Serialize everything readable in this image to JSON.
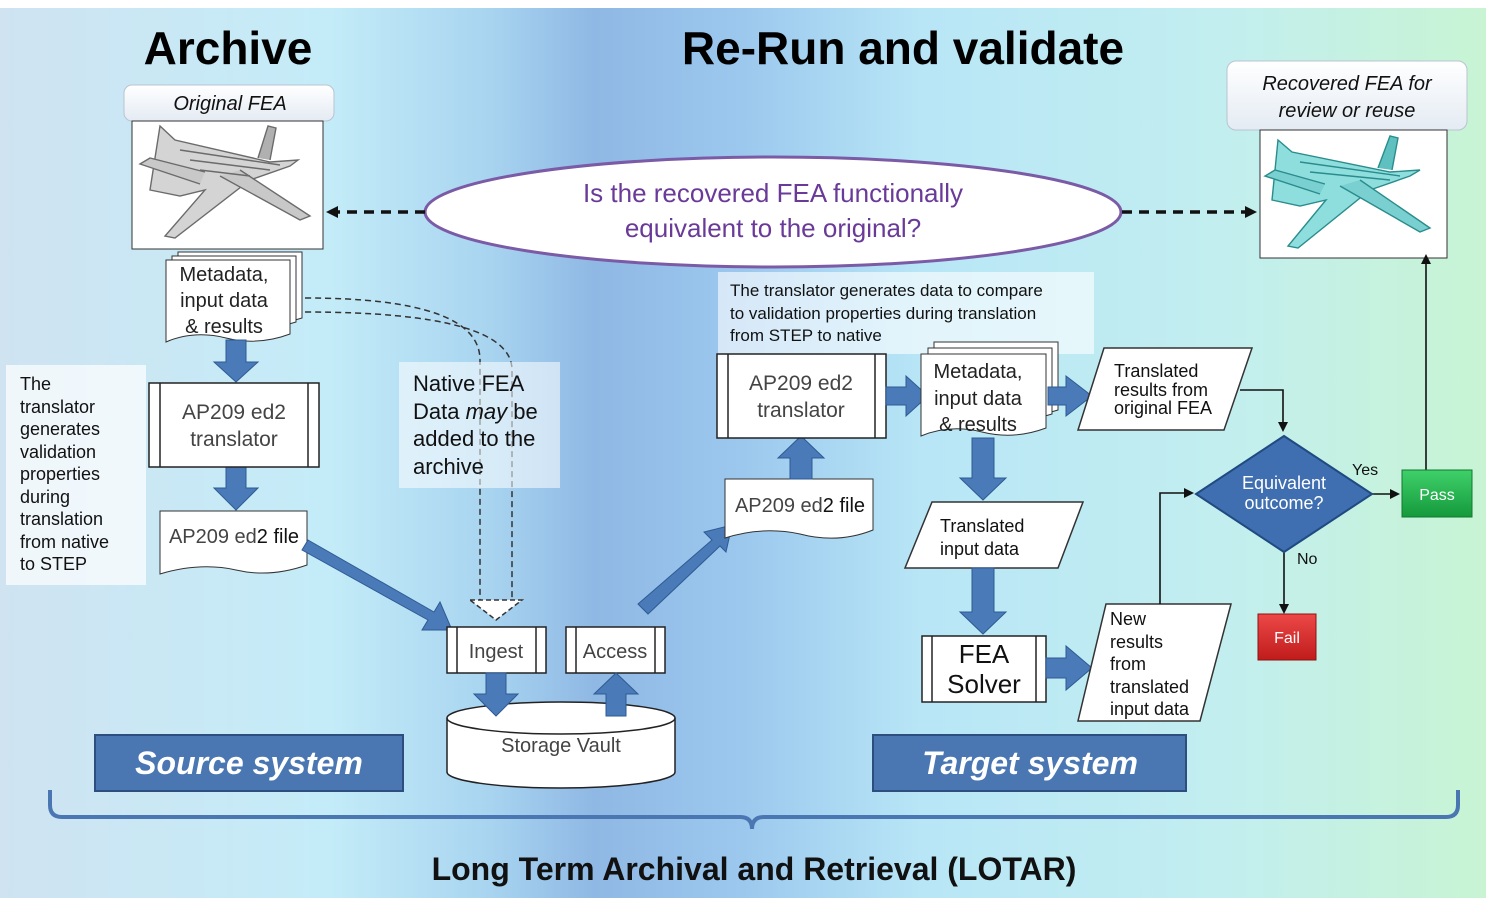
{
  "headings": {
    "archive": "Archive",
    "rerun": "Re-Run and validate",
    "footer": "Long Term Archival and Retrieval (LOTAR)"
  },
  "boxes": {
    "original_fea": "Original FEA",
    "recovered_line1": "Recovered FEA for",
    "recovered_line2": "review or reuse",
    "question_line1": "Is the recovered FEA functionally",
    "question_line2": "equivalent to the original?",
    "metadata_left": [
      "Metadata,",
      "input data",
      "& results"
    ],
    "metadata_right": [
      "Metadata,",
      "input data",
      "& results"
    ],
    "translator_left": [
      "AP209 ed2",
      "translator"
    ],
    "translator_right": [
      "AP209 ed2",
      "translator"
    ],
    "file_left_a": "AP209 ed",
    "file_left_b": "2 file",
    "file_right_a": "AP209 ed",
    "file_right_b": "2 file",
    "ingest": "Ingest",
    "access": "Access",
    "storage_vault": "Storage Vault",
    "translated_results": [
      "Translated",
      "results from",
      "original FEA"
    ],
    "translated_input": [
      "Translated",
      "input data"
    ],
    "new_results": [
      "New",
      "results",
      "from",
      "translated",
      "input data"
    ],
    "fea_solver": [
      "FEA",
      "Solver"
    ],
    "decision": [
      "Equivalent",
      "outcome?"
    ],
    "yes": "Yes",
    "no": "No",
    "pass": "Pass",
    "fail": "Fail",
    "source_system": "Source system",
    "target_system": "Target system"
  },
  "notes": {
    "left_translator_note": [
      "The",
      "translator",
      "generates",
      "validation",
      "properties",
      "during",
      "translation",
      "from native",
      "to STEP"
    ],
    "native_fea_a": "Native FEA",
    "native_fea_b": "Data ",
    "native_fea_may": "may",
    "native_fea_c": " be",
    "native_fea_d": "added to the",
    "native_fea_e": "archive",
    "right_translator_note": [
      "The translator generates data to compare",
      "to validation properties during translation",
      "from STEP to native"
    ]
  },
  "colors": {
    "arrow_blue": "#4a7ab8",
    "system_box": "#4a76b2",
    "decision": "#3f6fb0",
    "pass": "#1fa84a",
    "fail": "#d42a2a",
    "question_text": "#6a3a98",
    "ellipse_border": "#7b5aa6"
  }
}
